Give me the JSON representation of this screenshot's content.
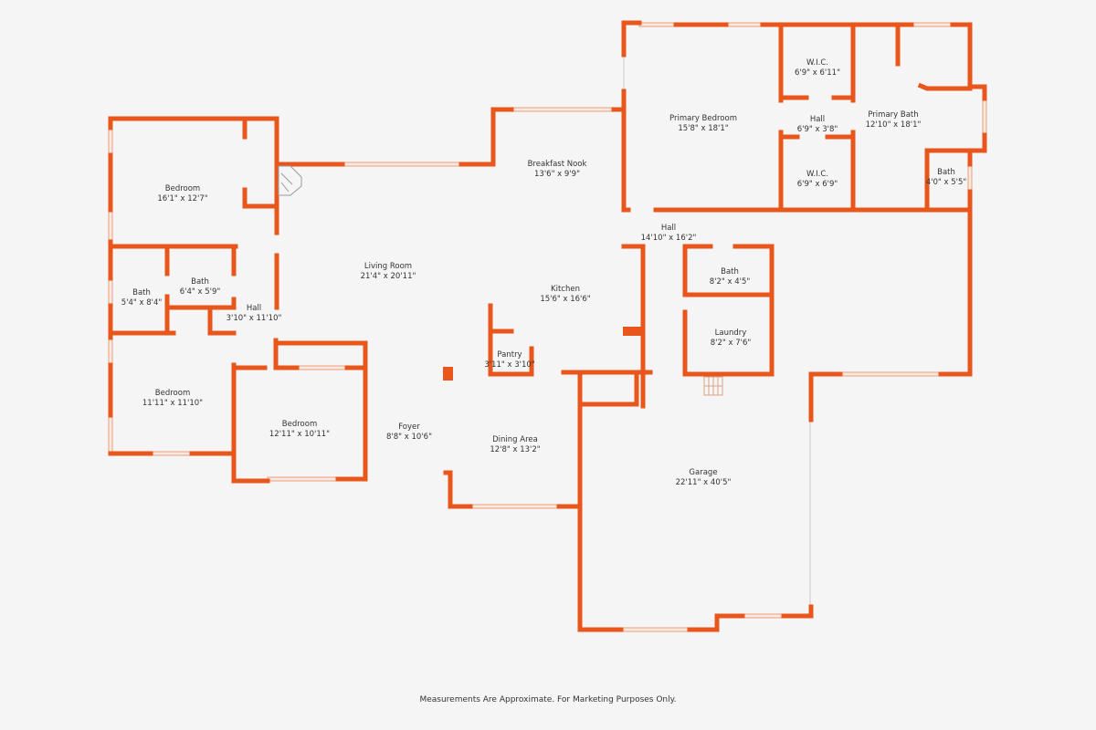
{
  "colors": {
    "wall": "#e8561c",
    "background": "#f5f5f5"
  },
  "rooms": [
    {
      "name": "Bedroom",
      "size": "16'1\" x 12'7\""
    },
    {
      "name": "Bath",
      "size": "5'4\" x 8'4\""
    },
    {
      "name": "Bath",
      "size": "6'4\" x 5'9\""
    },
    {
      "name": "Hall",
      "size": "3'10\" x 11'10\""
    },
    {
      "name": "Bedroom",
      "size": "11'11\" x 11'10\""
    },
    {
      "name": "Bedroom",
      "size": "12'11\" x 10'11\""
    },
    {
      "name": "Living Room",
      "size": "21'4\" x 20'11\""
    },
    {
      "name": "Foyer",
      "size": "8'8\" x 10'6\""
    },
    {
      "name": "Breakfast Nook",
      "size": "13'6\" x 9'9\""
    },
    {
      "name": "Kitchen",
      "size": "15'6\" x 16'6\""
    },
    {
      "name": "Pantry",
      "size": "3'11\" x 3'10\""
    },
    {
      "name": "Dining Area",
      "size": "12'8\" x 13'2\""
    },
    {
      "name": "Primary Bedroom",
      "size": "15'8\" x 18'1\""
    },
    {
      "name": "W.I.C.",
      "size": "6'9\" x 6'11\""
    },
    {
      "name": "Hall",
      "size": "6'9\" x 3'8\""
    },
    {
      "name": "W.I.C.",
      "size": "6'9\" x 6'9\""
    },
    {
      "name": "Primary Bath",
      "size": "12'10\" x 18'1\""
    },
    {
      "name": "Bath",
      "size": "4'0\" x 5'5\""
    },
    {
      "name": "Hall",
      "size": "14'10\" x 16'2\""
    },
    {
      "name": "Bath",
      "size": "8'2\" x 4'5\""
    },
    {
      "name": "Laundry",
      "size": "8'2\" x 7'6\""
    },
    {
      "name": "Garage",
      "size": "22'11\" x 40'5\""
    }
  ],
  "footer": "Measurements Are Approximate. For Marketing Purposes Only."
}
